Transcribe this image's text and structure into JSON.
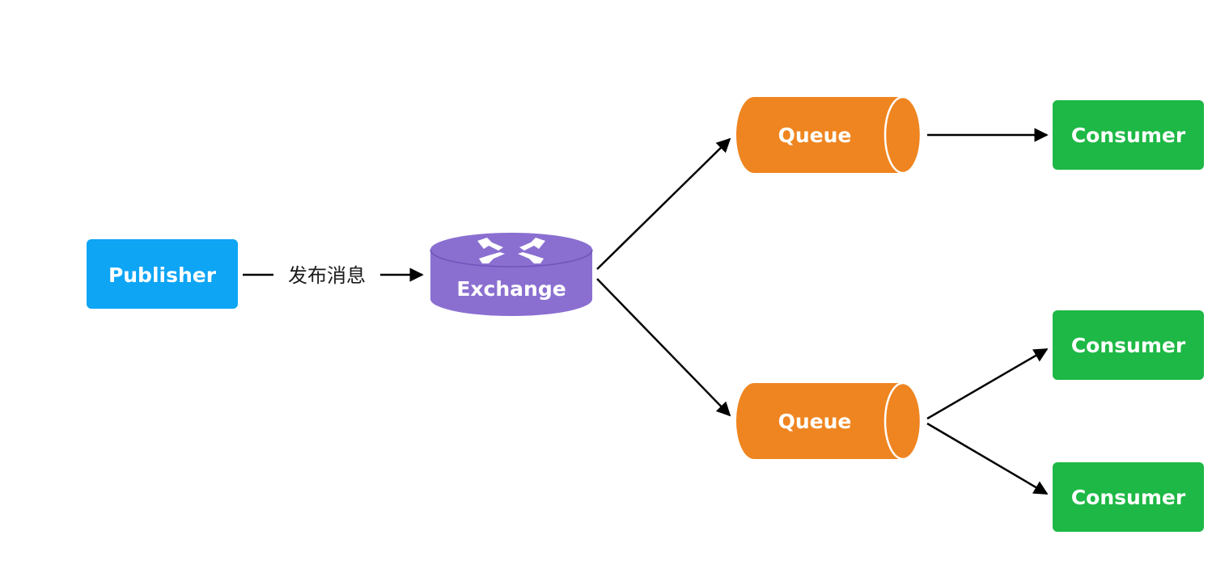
{
  "colors": {
    "publisher": "#0ea5f5",
    "exchange": "#8a6fd1",
    "exchange_dark": "#6f55ba",
    "queue": "#ef8520",
    "consumer": "#1db845",
    "edge": "#000000"
  },
  "nodes": {
    "publisher": {
      "label": "Publisher"
    },
    "exchange": {
      "label": "Exchange",
      "icon": "router-arrows-icon"
    },
    "queue_top": {
      "label": "Queue"
    },
    "queue_bottom": {
      "label": "Queue"
    },
    "consumer_top": {
      "label": "Consumer"
    },
    "consumer_middle": {
      "label": "Consumer"
    },
    "consumer_bottom": {
      "label": "Consumer"
    }
  },
  "edges": {
    "publish_label": "发布消息"
  }
}
